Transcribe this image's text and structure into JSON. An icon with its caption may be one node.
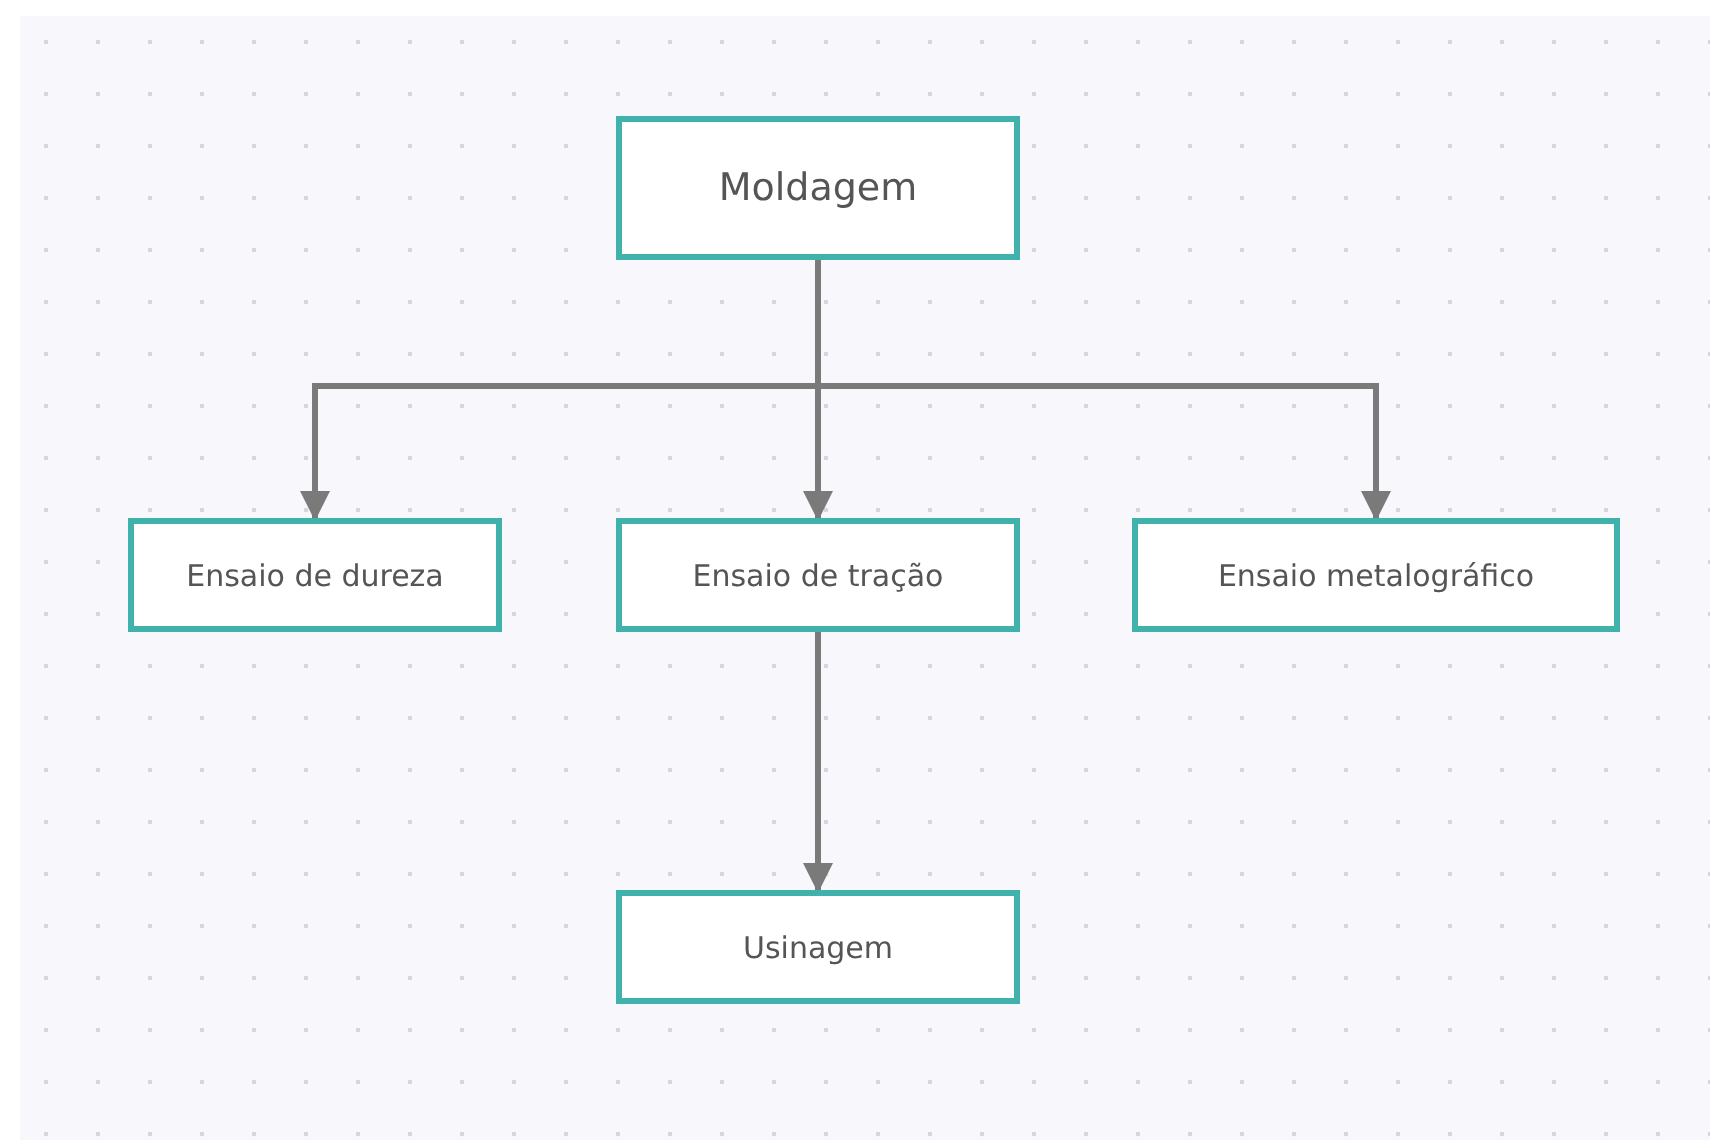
{
  "diagram": {
    "nodes": [
      {
        "text": [
          "Moldagem"
        ]
      },
      {
        "text": [
          "Ensaio de dureza"
        ]
      },
      {
        "text": [
          "Ensaio de tração"
        ]
      },
      {
        "text": [
          "Ensaio metalográfico"
        ]
      },
      {
        "text": [
          "Usinagem"
        ]
      }
    ],
    "edges": [
      {
        "from": 0,
        "to": 1,
        "arrow": "to"
      },
      {
        "from": 0,
        "to": 2,
        "arrow": "to"
      },
      {
        "from": 0,
        "to": 3,
        "arrow": "to"
      },
      {
        "from": 2,
        "to": 4,
        "arrow": "to"
      }
    ]
  }
}
